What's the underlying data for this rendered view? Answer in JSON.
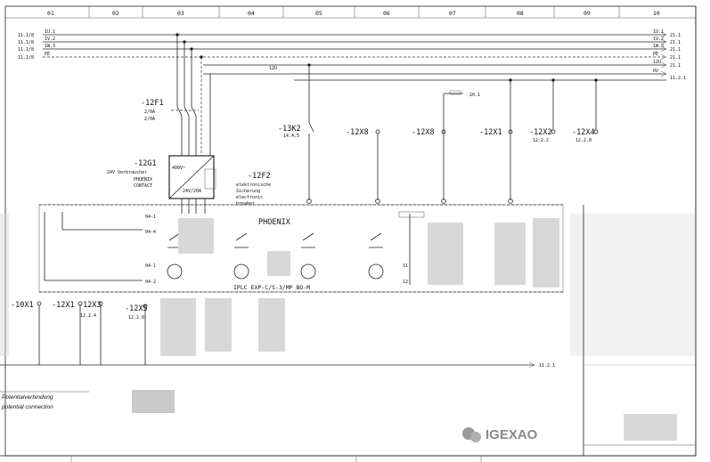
{
  "columns": [
    "01",
    "02",
    "03",
    "04",
    "05",
    "06",
    "07",
    "08",
    "09",
    "10"
  ],
  "left_bus": {
    "refs": [
      "11.1/8",
      "11.1/8",
      "11.1/8",
      "11.1/8"
    ],
    "signals": [
      "1U.1",
      "1V.2",
      "1W.3",
      "PE"
    ]
  },
  "right_bus": {
    "signals": [
      "1U.1",
      "1V.2",
      "1W.3",
      "PE",
      "12U",
      "0V"
    ],
    "refs": [
      "21.1",
      "21.1",
      "21.1",
      "21.1",
      "21.1",
      "11.2.1"
    ]
  },
  "components": {
    "f1": {
      "tag": "-12F1",
      "rating1": "2/0A",
      "rating2": "2/0A"
    },
    "g1": {
      "tag": "-12G1",
      "line1": "24V Verbraucher",
      "brand1": "PHOENIX",
      "brand2": "CONTACT",
      "input": "400V~",
      "output": "24V/20A"
    },
    "f2": {
      "tag": "-12F2",
      "line1": "elektronische",
      "line2": "Sicherung",
      "line3": "electronic",
      "line4": "breaker"
    },
    "k2": {
      "tag": "-13K2",
      "sub": "14.4.5"
    },
    "x8a": {
      "tag": "-12X8"
    },
    "x8b": {
      "tag": "-12X8"
    },
    "x1": {
      "tag": "-12X1"
    },
    "x2": {
      "tag": "-12X2",
      "sub": "12.2.2"
    },
    "x4": {
      "tag": "-12X4",
      "sub": "12.2.8"
    },
    "x10": {
      "tag": "-10X1"
    },
    "x12": {
      "tag": "-12X1"
    },
    "x3": {
      "tag": "-12X3",
      "sub": "12.2.4"
    },
    "x5": {
      "tag": "-12X5",
      "sub": "12.2.8"
    }
  },
  "module": {
    "brand": "PHOENIX",
    "label": "IPLC EXP-C/S-3/MP BO-M"
  },
  "wires": {
    "top_line": "12U",
    "branch_ref": "20.1",
    "bottom_ref": "11.2.1"
  },
  "footer": {
    "line1": "Potentialverbindung",
    "line2": "potential connection"
  },
  "watermark": "IGEXAO"
}
